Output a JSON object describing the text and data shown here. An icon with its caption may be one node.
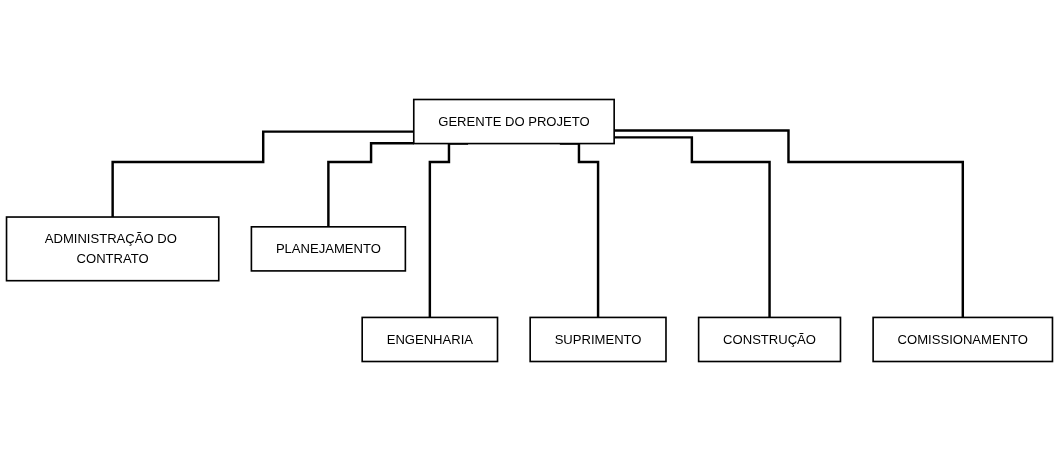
{
  "diagram": {
    "nodes": [
      {
        "text": [
          "GERENTE DO PROJETO"
        ]
      },
      {
        "text": [
          "ADMINISTRAÇÃO DO CONTRATO"
        ]
      },
      {
        "text": [
          "PLANEJAMENTO"
        ]
      },
      {
        "text": [
          "ENGENHARIA"
        ]
      },
      {
        "text": [
          "SUPRIMENTO"
        ]
      },
      {
        "text": [
          "CONSTRUÇÃO"
        ]
      },
      {
        "text": [
          "COMISSIONAMENTO"
        ]
      }
    ],
    "edges": [
      {
        "from": 0,
        "to": 1,
        "arrow": "none"
      },
      {
        "from": 0,
        "to": 2,
        "arrow": "none"
      },
      {
        "from": 0,
        "to": 3,
        "arrow": "none"
      },
      {
        "from": 0,
        "to": 4,
        "arrow": "none"
      },
      {
        "from": 0,
        "to": 5,
        "arrow": "none"
      },
      {
        "from": 0,
        "to": 6,
        "arrow": "none"
      }
    ]
  }
}
